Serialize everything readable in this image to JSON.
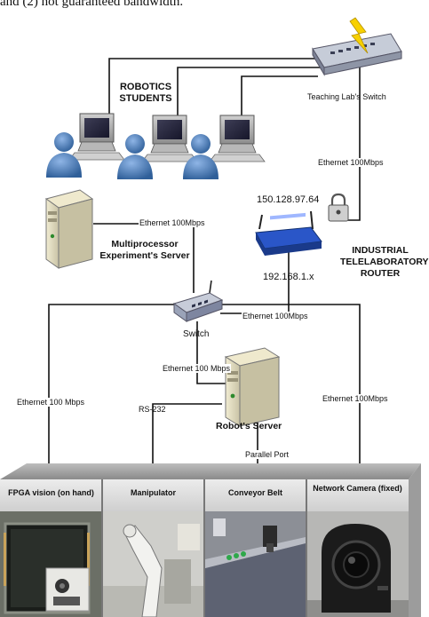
{
  "header_fragment": "and (2) not guaranteed bandwidth.",
  "labels": {
    "robotics_students": "ROBOTICS STUDENTS",
    "teaching_switch": "Teaching Lab's Switch",
    "ethernet_top": "Ethernet 100Mbps",
    "public_ip": "150.128.97.64",
    "private_ip": "192.168.1.x",
    "router": "INDUSTRIAL TELELABORATORY ROUTER",
    "ethernet_server": "Ethernet 100Mbps",
    "multiprocessor_server": "Multiprocessor Experiment's Server",
    "switch": "Switch",
    "ethernet_switch_right": "Ethernet 100Mbps",
    "ethernet_robot": "Ethernet 100 Mbps",
    "ethernet_left": "Ethernet 100 Mbps",
    "ethernet_right": "Ethernet 100Mbps",
    "rs232": "RS-232",
    "robots_server": "Robot's Server",
    "parallel_port": "Parallel Port"
  },
  "panels": [
    {
      "label": "FPGA vision (on hand)"
    },
    {
      "label": "Manipulator"
    },
    {
      "label": "Conveyor Belt"
    },
    {
      "label": "Network Camera (fixed)"
    }
  ],
  "colors": {
    "line": "#111111",
    "person": "#4f86c6",
    "person_dark": "#2f5f99",
    "monitor_frame": "#9a9a9a",
    "tower": "#d8d4b8",
    "tower_dark": "#b7b29a",
    "router_blue": "#1f4fbf",
    "switch_body": "#9aa3b8",
    "panel_header": "#d9d9d9",
    "panel_side": "#9c9c9c",
    "lightning": "#f7d000"
  },
  "icons": {
    "students": "student-person-icon",
    "pcs": "desktop-computer-icon",
    "lab_switch": "network-switch-icon",
    "lock": "padlock-icon",
    "router": "wireless-router-icon",
    "servers": "server-tower-icon",
    "switch": "network-switch-icon",
    "lightning": "lightning-bolt-icon"
  }
}
